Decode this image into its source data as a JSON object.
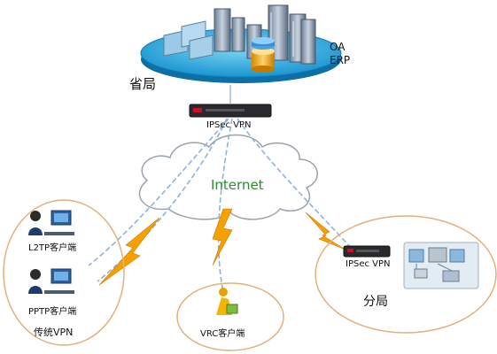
{
  "hq": {
    "name": "省局",
    "apps": [
      "OA",
      "ERP"
    ]
  },
  "hq_vpn": {
    "label": "IPSec VPN"
  },
  "internet": {
    "label": "Internet"
  },
  "branch": {
    "name": "分局",
    "vpn_label": "IPSec VPN"
  },
  "clients": {
    "l2tp": "L2TP客户端",
    "pptp": "PPTP客户端",
    "group": "传统VPN"
  },
  "vrc": {
    "label": "VRC客户端"
  },
  "colors": {
    "platform": "#1aa0d8",
    "cloud_text": "#2e8b2e",
    "bolt": "#f5a000",
    "ellipse": "#e3b07a",
    "tunnel": "#8fb3d8"
  }
}
